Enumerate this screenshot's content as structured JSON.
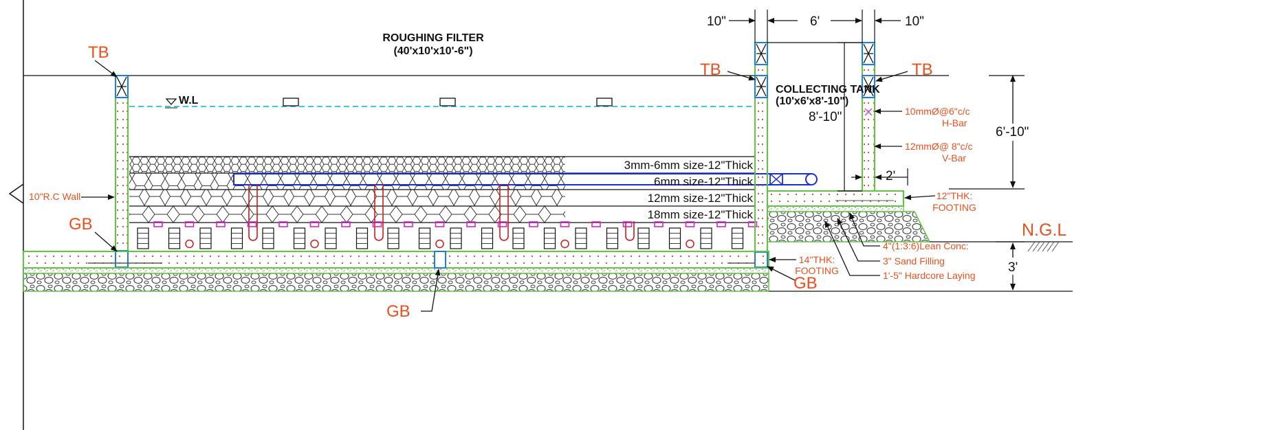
{
  "title": {
    "name": "ROUGHING FILTER",
    "size": "(40'x10'x10'-6\")"
  },
  "tank": {
    "name": "COLLECTING TANK",
    "size": "(10'x6'x8'-10\")"
  },
  "water_level": "W.L",
  "layers": [
    "3mm-6mm  size-12\"Thick",
    "6mm  size-12\"Thick",
    "12mm  size-12\"Thick",
    "18mm  size-12\"Thick"
  ],
  "callouts": {
    "tb_left": "TB",
    "tb_mid": "TB",
    "tb_right": "TB",
    "gb_left": "GB",
    "gb_bottom": "GB",
    "gb_right": "GB",
    "rc_wall": "10\"R.C Wall",
    "footing_14": "14\"THK:",
    "footing_14_b": "FOOTING",
    "footing_12": "12\"THK:",
    "footing_12_b": "FOOTING",
    "h_bar": "10mmØ@6\"c/c",
    "h_bar_b": "H-Bar",
    "v_bar": "12mmØ@ 8\"c/c",
    "v_bar_b": "V-Bar",
    "lean": "4\"(1:3:6)Lean Conc:",
    "sand": "3\" Sand Filling",
    "hardcore": "1'-5\" Hardcore Laying",
    "ngl": "N.G.L"
  },
  "dimensions": {
    "wall_left": "10\"",
    "tank_width": "6'",
    "wall_right": "10\"",
    "tank_depth": "8'-10\"",
    "overall_height": "6'-10\"",
    "step": "2'",
    "below_ground": "3'"
  },
  "colors": {
    "wall_outline": "#5cc83a",
    "rebar_dot": "#e0402a",
    "pipe": "#1a2fd0",
    "water_line": "#3cc8e0",
    "callout": "#e8501e",
    "gravel": "#555555",
    "magenta": "#e020d0"
  }
}
